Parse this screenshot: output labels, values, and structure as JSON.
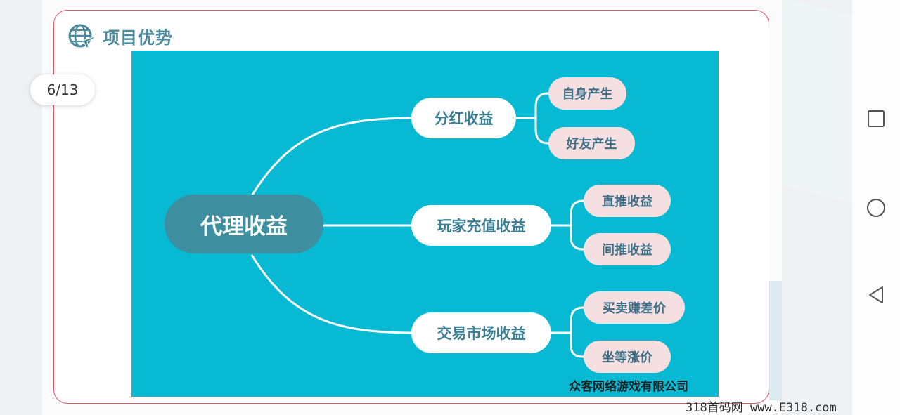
{
  "header": {
    "title": "项目优势",
    "icon": "globe-plane-icon"
  },
  "pager": {
    "label": "6/13"
  },
  "mindmap": {
    "root": "代理收益",
    "branches": [
      {
        "label": "分红收益",
        "children": [
          "自身产生",
          "好友产生"
        ]
      },
      {
        "label": "玩家充值收益",
        "children": [
          "直推收益",
          "间推收益"
        ]
      },
      {
        "label": "交易市场收益",
        "children": [
          "买卖赚差价",
          "坐等涨价"
        ]
      }
    ],
    "company": "众客网络游戏有限公司"
  },
  "nav": {
    "recents": "square-icon",
    "home": "circle-icon",
    "back": "triangle-back-icon"
  },
  "watermark": "318首码网 www.E318.com",
  "colors": {
    "slide_bg": "#07b9d2",
    "root_bg": "#3d8f9f",
    "leaf_bg": "#f5dfe0",
    "card_border": "#d9596e",
    "title": "#4b8a9c"
  }
}
